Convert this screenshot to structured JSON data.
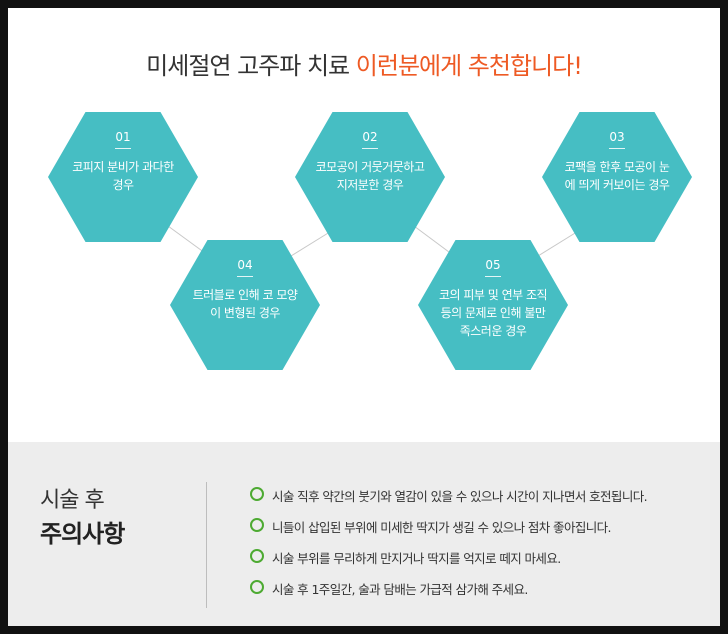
{
  "headline": {
    "plain": "미세절연 고주파 치료",
    "accent": "이런분에게 추천합니다!",
    "accent_color": "#ee5a24"
  },
  "hex_color": "#46bec3",
  "cases": [
    {
      "num": "01",
      "text": "코피지 분비가 과다한 경우"
    },
    {
      "num": "02",
      "text": "코모공이 거뭇거뭇하고 지저분한 경우"
    },
    {
      "num": "03",
      "text": "코팩을 한후 모공이 눈에 띄게 커보이는 경우"
    },
    {
      "num": "04",
      "text": "트러블로 인해 코 모양이 변형된 경우"
    },
    {
      "num": "05",
      "text": "코의 피부 및 연부 조직 등의 문제로 인해 불만족스러운 경우"
    }
  ],
  "care": {
    "title_line1": "시술 후",
    "title_line2": "주의사항",
    "bullet_color": "#4daa32",
    "items": [
      "시술 직후 약간의 붓기와 열감이 있을 수 있으나 시간이 지나면서 호전됩니다.",
      "니들이 삽입된 부위에 미세한 딱지가 생길 수 있으나 점차 좋아집니다.",
      "시술 부위를 무리하게 만지거나 딱지를 억지로 떼지 마세요.",
      "시술 후 1주일간, 술과 담배는 가급적 삼가해 주세요."
    ]
  }
}
